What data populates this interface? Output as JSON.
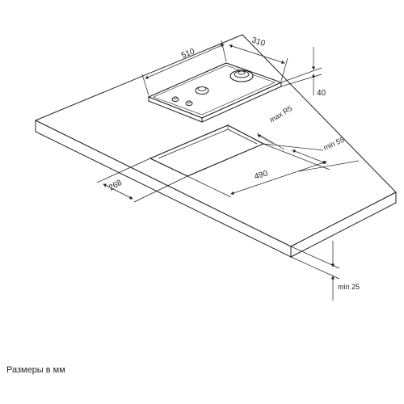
{
  "dimensions": {
    "hob_width": "510",
    "hob_depth": "310",
    "hob_height": "40",
    "corner_radius": "max R5",
    "rear_clearance": "min 55",
    "cutout_width": "490",
    "cutout_depth": "268",
    "below_clearance": "min 25"
  },
  "caption": "Размеры в мм",
  "colors": {
    "line": "#231f20",
    "background": "#ffffff"
  }
}
